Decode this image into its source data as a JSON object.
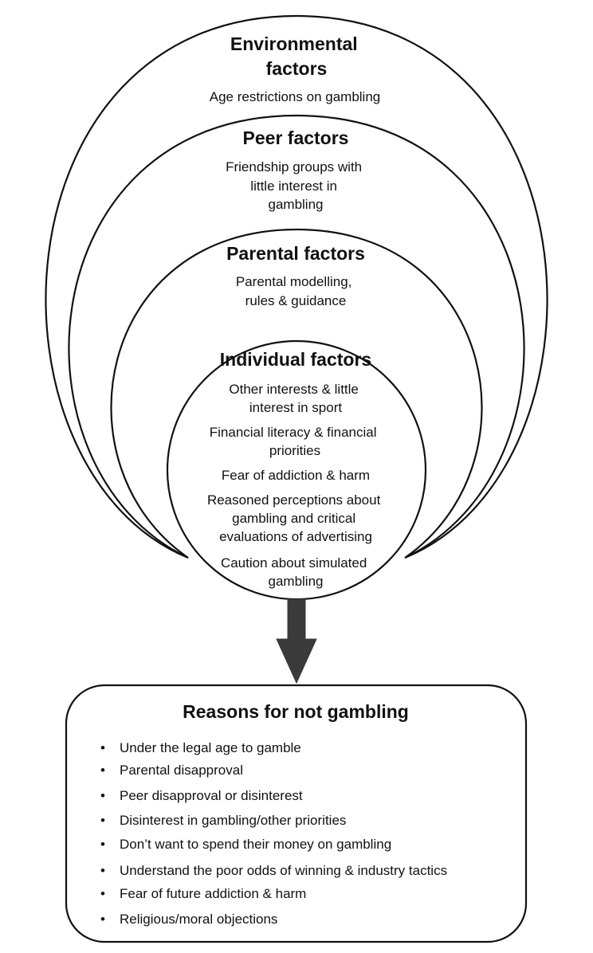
{
  "environmental": {
    "title": [
      "Environmental",
      "factors"
    ],
    "items": [
      [
        "Age restrictions on gambling"
      ]
    ]
  },
  "peer": {
    "title": [
      "Peer factors"
    ],
    "items": [
      [
        "Friendship groups with",
        "little interest in",
        "gambling"
      ]
    ]
  },
  "parental": {
    "title": [
      "Parental factors"
    ],
    "items": [
      [
        "Parental modelling,",
        "rules & guidance"
      ]
    ]
  },
  "individual": {
    "title": [
      "Individual factors"
    ],
    "items": [
      [
        "Other interests & little",
        "interest in sport"
      ],
      [
        "Financial literacy & financial",
        "priorities"
      ],
      [
        "Fear of addiction & harm"
      ],
      [
        "Reasoned perceptions about",
        "gambling and critical",
        "evaluations of advertising"
      ],
      [
        "Caution about simulated",
        "gambling"
      ]
    ]
  },
  "reasons": {
    "title": "Reasons for not gambling",
    "bullet": "•",
    "items": [
      "Under the legal age to gamble",
      "Parental disapproval",
      "Peer disapproval or disinterest",
      "Disinterest in gambling/other priorities",
      "Don’t want to spend their money on gambling",
      "Understand the poor odds of winning & industry tactics",
      "Fear of future addiction & harm",
      "Religious/moral objections"
    ]
  },
  "colors": {
    "stroke": "#111111",
    "arrow": "#3a3a3a",
    "fill": "#ffffff",
    "text": "#111111"
  }
}
